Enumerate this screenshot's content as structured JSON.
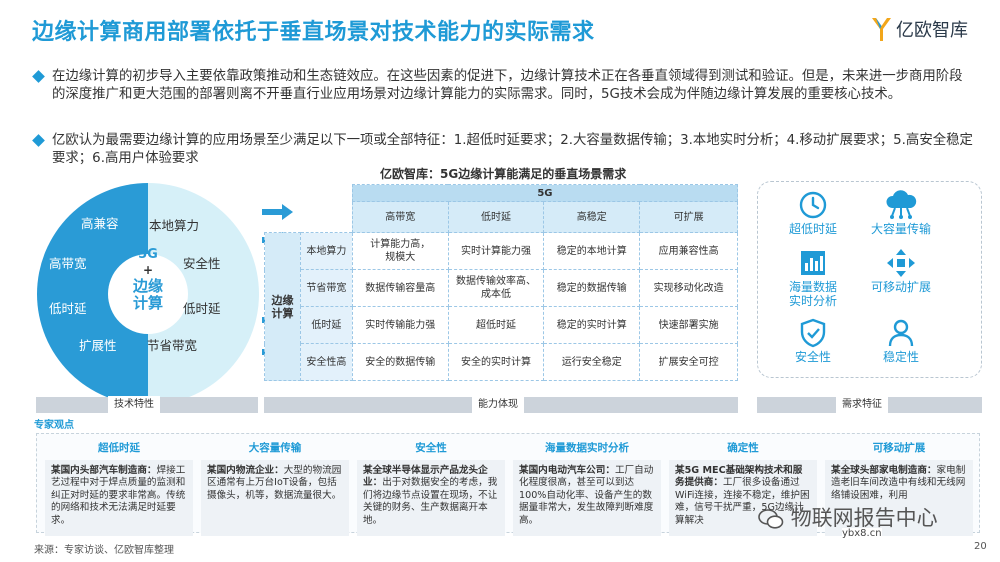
{
  "header": {
    "title": "边缘计算商用部署依托于垂直场景对技术能力的实际需求",
    "logo_text": "亿欧智库"
  },
  "bullets": [
    "在边缘计算的初步导入主要依靠政策推动和生态链效应。在这些因素的促进下，边缘计算技术正在各垂直领域得到测试和验证。但是，未来进一步商用阶段的深度推广和更大范围的部署则离不开垂直行业应用场景对边缘计算能力的实际需求。同时，5G技术会成为伴随边缘计算发展的重要核心技术。",
    "亿欧认为最需要边缘计算的应用场景至少满足以下一项或全部特征：1.超低时延要求；2.大容量数据传输；3.本地实时分析；4.移动扩展要求；5.高安全稳定要求；6.高用户体验要求"
  ],
  "circle": {
    "left_labels": [
      "高兼容",
      "高带宽",
      "低时延",
      "扩展性"
    ],
    "right_labels": [
      "本地算力",
      "安全性",
      "低时延",
      "节省带宽"
    ],
    "center_top": "5G",
    "center_plus": "+",
    "center_main": "边缘\n计算",
    "colors": {
      "dark": "#2a9bd6",
      "light": "#d6f0f8",
      "inner": "#ffffff"
    }
  },
  "table": {
    "title": "亿欧智库：5G边缘计算能满足的垂直场景需求",
    "group_col": "5G",
    "group_row": "边缘\n计算",
    "col_headers": [
      "高带宽",
      "低时延",
      "高稳定",
      "可扩展"
    ],
    "rows": [
      {
        "label": "本地算力",
        "cells": [
          "计算能力高，\n规模大",
          "实时计算能力强",
          "稳定的本地计算",
          "应用兼容性高"
        ]
      },
      {
        "label": "节省带宽",
        "cells": [
          "数据传输容量高",
          "数据传输效率高、\n成本低",
          "稳定的数据传输",
          "实现移动化改造"
        ]
      },
      {
        "label": "低时延",
        "cells": [
          "实时传输能力强",
          "超低时延",
          "稳定的实时计算",
          "快速部署实施"
        ]
      },
      {
        "label": "安全性高",
        "cells": [
          "安全的数据传输",
          "安全的实时计算",
          "运行安全稳定",
          "扩展安全可控"
        ]
      }
    ]
  },
  "features": [
    {
      "label": "超低时延",
      "icon": "clock-icon"
    },
    {
      "label": "大容量传输",
      "icon": "cloud-network-icon"
    },
    {
      "label": "海量数据\n实时分析",
      "icon": "bar-chart-icon"
    },
    {
      "label": "可移动扩展",
      "icon": "move-arrows-icon"
    },
    {
      "label": "安全性",
      "icon": "shield-check-icon"
    },
    {
      "label": "稳定性",
      "icon": "user-icon"
    }
  ],
  "bands": {
    "tech": "技术特性",
    "capability": "能力体现",
    "demand": "需求特征"
  },
  "expert_label": "专家观点",
  "cases": [
    {
      "title": "超低时延",
      "org": "某国内头部汽车制造商：",
      "text": "焊接工艺过程中对于焊点质量的监测和纠正对时延的要求非常高。传统的网络和技术无法满足时延要求。"
    },
    {
      "title": "大容量传输",
      "org": "某国内物流企业：",
      "text": "大型的物流园区通常有上万台IoT设备，包括摄像头，机等，数据流量很大。"
    },
    {
      "title": "安全性",
      "org": "某全球半导体显示产品龙头企业：",
      "text": "出于对数据安全的考虑，我们将边缘节点设置在现场，不让关键的财务、生产数据离开本地。"
    },
    {
      "title": "海量数据实时分析",
      "org": "某国内电动汽车公司：",
      "text": "工厂自动化程度很高，甚至可以到达100%自动化率、设备产生的数据量非常大，发生故障判断难度高。"
    },
    {
      "title": "确定性",
      "org": "某5G MEC基础架构技术和服务提供商：",
      "text": "工厂很多设备通过WiFi连接，连接不稳定，维护困难，信号干扰严重，5G边缘计算解决"
    },
    {
      "title": "可移动扩展",
      "org": "某全球头部家电制造商：",
      "text": "家电制造老旧车间改造中有线和无线网络铺设困难，利用"
    }
  ],
  "footer": {
    "source": "来源：专家访谈、亿欧智库整理",
    "page": "20"
  },
  "watermark": {
    "main": "物联网报告中心",
    "site": "ybx8.cn"
  }
}
